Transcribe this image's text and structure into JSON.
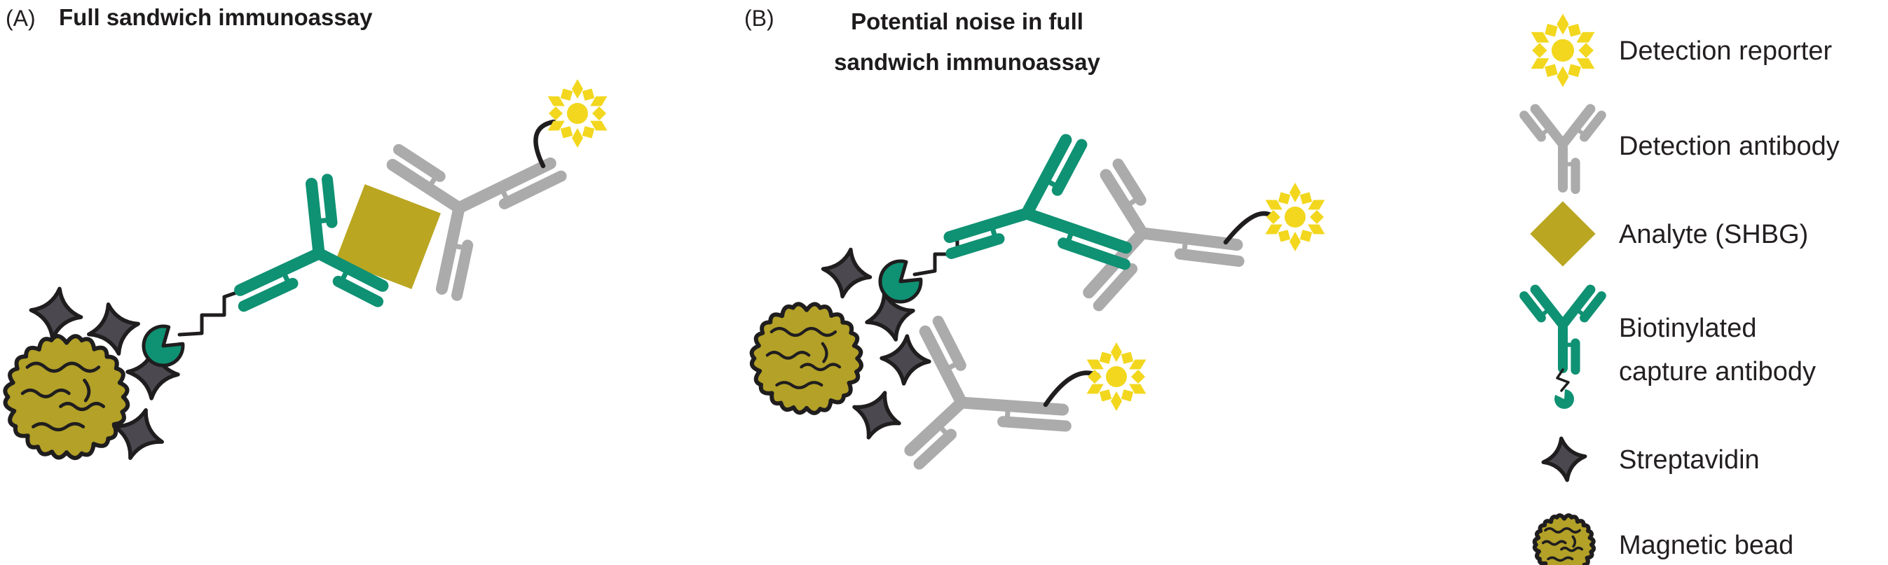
{
  "figure": {
    "panel_a": {
      "label": "(A)",
      "title": "Full sandwich immunoassay"
    },
    "panel_b": {
      "label": "(B)",
      "title_line1": "Potential noise in full",
      "title_line2": "sandwich immunoassay"
    },
    "legend": {
      "items": [
        {
          "icon": "detection-reporter-sun-icon",
          "label": "Detection reporter"
        },
        {
          "icon": "detection-antibody-icon",
          "label": "Detection antibody"
        },
        {
          "icon": "analyte-diamond-icon",
          "label": "Analyte (SHBG)"
        },
        {
          "icon": "biotinylated-capture-antibody-icon",
          "label": "Biotinylated capture antibody",
          "label_lines": [
            "Biotinylated",
            "capture antibody"
          ]
        },
        {
          "icon": "streptavidin-icon",
          "label": "Streptavidin"
        },
        {
          "icon": "magnetic-bead-icon",
          "label": "Magnetic bead"
        }
      ]
    },
    "colors": {
      "teal": "#0F9173",
      "antibody_gray": "#ABABAB",
      "streptavidin_slate": "#4B4850",
      "bead_olive": "#B3A128",
      "analyte_olive": "#BAA621",
      "reporter_yellow": "#F2D71E",
      "ink": "#1F1D1E",
      "text": "#231F20",
      "background": "#FFFFFF"
    }
  }
}
